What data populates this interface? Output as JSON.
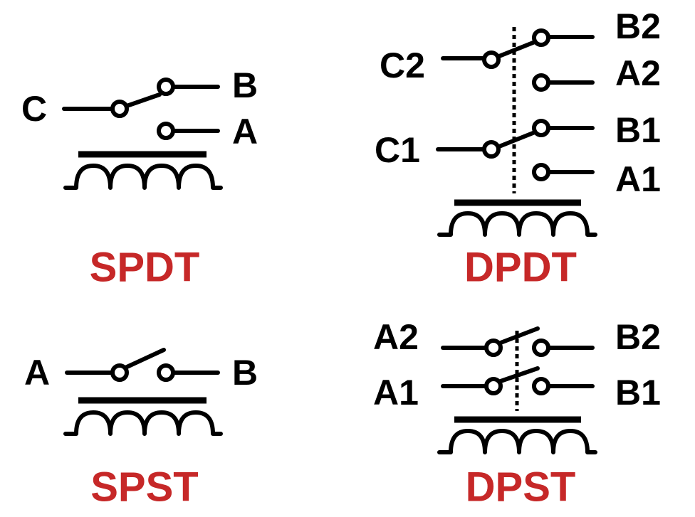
{
  "colors": {
    "ink": "#000000",
    "title": "#c62828",
    "background": "#ffffff"
  },
  "relays": {
    "spdt": {
      "title": "SPDT",
      "terminals": {
        "common": "C",
        "contact_b": "B",
        "contact_a": "A"
      }
    },
    "spst": {
      "title": "SPST",
      "terminals": {
        "left": "A",
        "right": "B"
      }
    },
    "dpdt": {
      "title": "DPDT",
      "terminals": {
        "common_2": "C2",
        "contact_b2": "B2",
        "contact_a2": "A2",
        "common_1": "C1",
        "contact_b1": "B1",
        "contact_a1": "A1"
      }
    },
    "dpst": {
      "title": "DPST",
      "terminals": {
        "left_2": "A2",
        "right_2": "B2",
        "left_1": "A1",
        "right_1": "B1"
      }
    }
  }
}
